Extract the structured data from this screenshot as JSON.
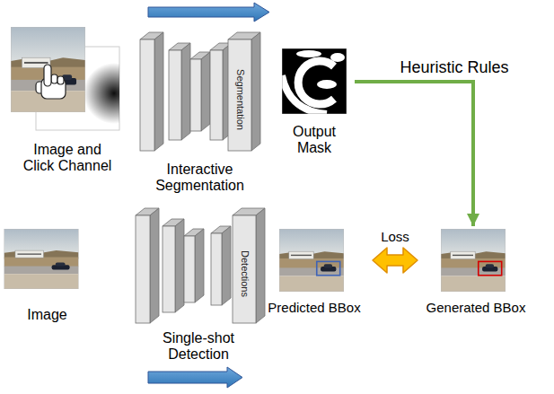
{
  "diagram": {
    "nodes": [
      {
        "text": [
          "Image and Click Channel"
        ]
      },
      {
        "text": [
          "Segmentation",
          "Interactive Segmentation"
        ]
      },
      {
        "text": [
          "Output Mask"
        ]
      },
      {
        "text": [
          "Image"
        ]
      },
      {
        "text": [
          "Detections",
          "Single-shot Detection"
        ]
      },
      {
        "text": [
          "Predicted BBox"
        ]
      },
      {
        "text": [
          "Generated BBox"
        ]
      }
    ],
    "edges": [
      {
        "from": 2,
        "to": 6,
        "arrow": "to",
        "label": "Heuristic Rules"
      },
      {
        "from": 5,
        "to": 6,
        "arrow": "both",
        "label": "Loss"
      }
    ]
  }
}
